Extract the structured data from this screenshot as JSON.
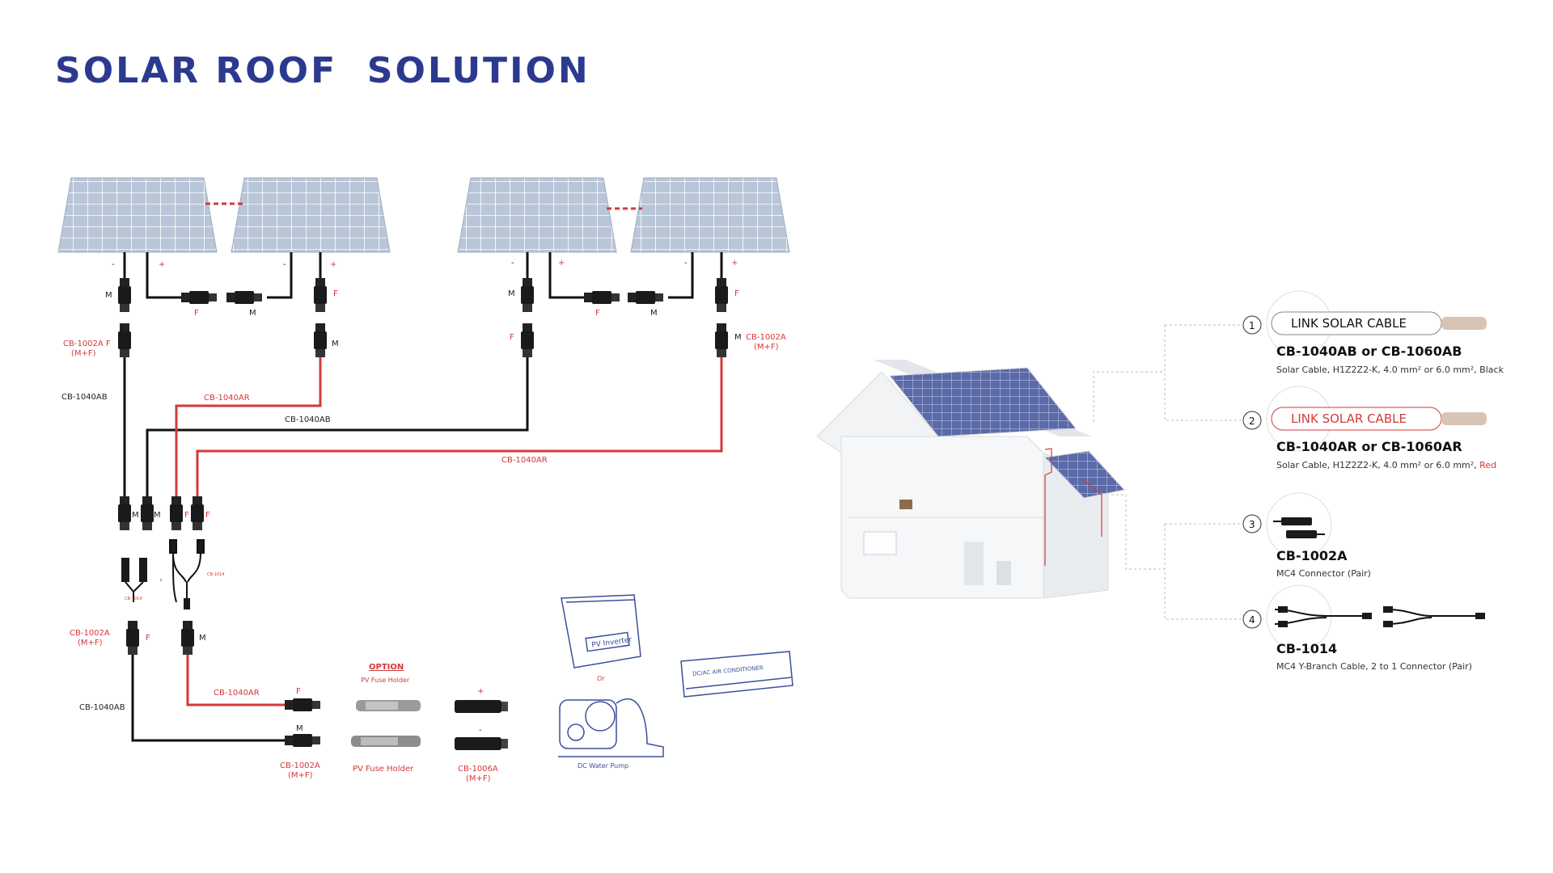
{
  "title": "SOLAR ROOF  SOLUTION",
  "colors": {
    "title": "#2b3a8f",
    "red": "#d23a3a",
    "black": "#111111",
    "panel": "#b9c6d8",
    "house": "#eef0f2"
  },
  "polarity": {
    "minus": "-",
    "plus": "+"
  },
  "connector_letters": {
    "male": "M",
    "female": "F"
  },
  "labels": {
    "cb1002a_f": "CB-1002A F",
    "cb1002a": "CB-1002A",
    "mf": "(M+F)",
    "cb1040ab": "CB-1040AB",
    "cb1040ar": "CB-1040AR",
    "cb1014": "CB-1014",
    "cb1006a": "CB-1006A",
    "pv_fuse_holder": "PV Fuse Holder",
    "option": "OPTION",
    "pv_inverter": "PV Inverter",
    "or": "Or",
    "dc_water_pump": "DC Water Pump",
    "air_conditioner": "DC/AC AIR CONDITIONER"
  },
  "legend": [
    {
      "num": "1",
      "cable_text": "LINK SOLAR CABLE",
      "code": "CB-1040AB or CB-1060AB",
      "desc": "Solar Cable, H1Z2Z2-K, 4.0 mm² or 6.0 mm², ",
      "desc_color_word": "Black",
      "accent": "#111111"
    },
    {
      "num": "2",
      "cable_text": "LINK SOLAR CABLE",
      "code": "CB-1040AR or CB-1060AR",
      "desc": "Solar Cable, H1Z2Z2-K, 4.0 mm² or 6.0 mm², ",
      "desc_color_word": "Red",
      "accent": "#d23a3a"
    },
    {
      "num": "3",
      "code": "CB-1002A",
      "desc": "MC4 Connector (Pair)"
    },
    {
      "num": "4",
      "code": "CB-1014",
      "desc": "MC4 Y-Branch Cable, 2 to 1 Connector (Pair)"
    }
  ]
}
